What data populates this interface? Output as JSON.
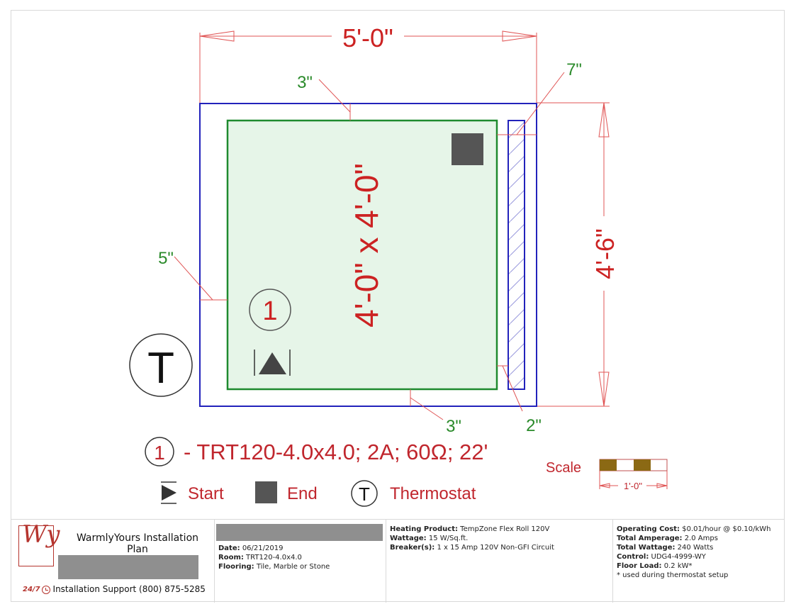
{
  "drawing": {
    "overall_width": "5'-0\"",
    "overall_height": "4'-6\"",
    "mat_size": "4'-0\" x 4'-0\"",
    "offset_top": "3\"",
    "offset_bottom": "3\"",
    "offset_left": "5\"",
    "offset_right_top": "7\"",
    "offset_right_bottom": "2\"",
    "zone_number": "1",
    "thermostat_symbol": "T"
  },
  "legend": {
    "mat_number": "1",
    "mat_spec": "- TRT120-4.0x4.0; 2A; 60Ω; 22'",
    "start_label": "Start",
    "end_label": "End",
    "thermostat_symbol": "T",
    "thermostat_label": "Thermostat",
    "scale_label": "Scale",
    "scale_value": "1'-0\""
  },
  "colors": {
    "dimension": "#cc2222",
    "offset_dimension": "#2a8a2a",
    "room_outline": "#2222bb",
    "mat_outline": "#1e8a2e",
    "mat_fill": "#e6f5e8",
    "scale_brown": "#8b6914"
  },
  "title_block": {
    "brand_title": "WarmlyYours Installation Plan",
    "logo_mark": "Wy",
    "support_badge": "24/7",
    "support_text": "Installation Support (800) 875-5285",
    "date_label": "Date:",
    "date_value": "06/21/2019",
    "room_label": "Room:",
    "room_value": "TRT120-4.0x4.0",
    "flooring_label": "Flooring:",
    "flooring_value": "Tile, Marble or Stone",
    "heating_product_label": "Heating Product:",
    "heating_product_value": "TempZone Flex Roll 120V",
    "wattage_label": "Wattage:",
    "wattage_value": "15 W/Sq.ft.",
    "breakers_label": "Breaker(s):",
    "breakers_value": "1 x 15 Amp 120V Non-GFI Circuit",
    "operating_cost_label": "Operating Cost:",
    "operating_cost_value": "$0.01/hour @ $0.10/kWh",
    "total_amperage_label": "Total Amperage:",
    "total_amperage_value": "2.0 Amps",
    "total_wattage_label": "Total Wattage:",
    "total_wattage_value": "240 Watts",
    "control_label": "Control:",
    "control_value": "UDG4-4999-WY",
    "floor_load_label": "Floor Load:",
    "floor_load_value": "0.2 kW*",
    "footnote": "* used during thermostat setup"
  }
}
